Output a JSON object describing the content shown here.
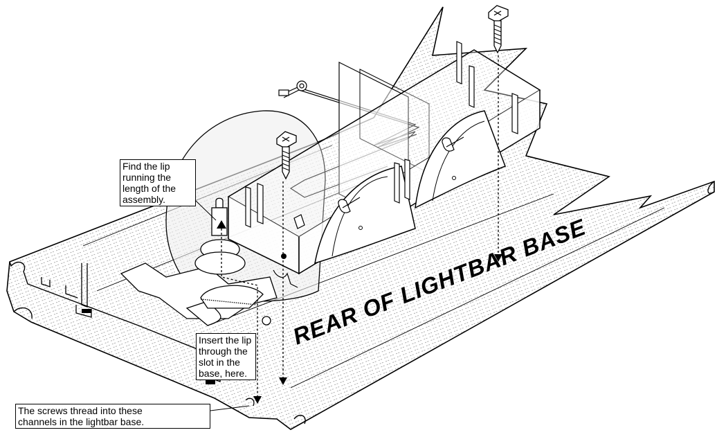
{
  "callouts": {
    "lip": "Find the lip\nrunning the\nlength of the\nassembly.",
    "insert": "Insert the lip\nthrough the\nslot in the\nbase, here.",
    "screws": "The screws thread into these\nchannels in the lightbar base."
  },
  "base_label": "REAR OF LIGHTBAR BASE",
  "colors": {
    "line": "#000000",
    "hatch": "#555555",
    "fill": "#ffffff",
    "lens": "#eeeeee"
  },
  "icons": [
    "screw-icon"
  ]
}
